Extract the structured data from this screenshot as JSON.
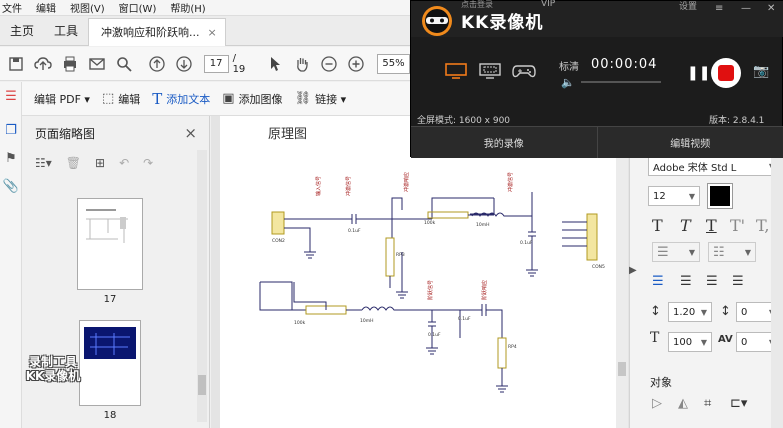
{
  "menu": [
    "文件",
    "编辑",
    "视图(V)",
    "窗口(W)",
    "帮助(H)"
  ],
  "topnav": {
    "home": "主页",
    "tools": "工具"
  },
  "doc_tab": {
    "title": "冲激响应和阶跃响...",
    "close": "×"
  },
  "toolbar": {
    "page_current": "17",
    "page_total": "/ 19",
    "zoom": "55%"
  },
  "edit_tools": {
    "edit_pdf": "编辑 PDF ▾",
    "edit": "编辑",
    "add_text": "添加文本",
    "add_image": "添加图像",
    "link": "链接 ▾"
  },
  "thumbnails": {
    "title": "页面缩略图",
    "close": "×",
    "pages": [
      {
        "label": "17"
      },
      {
        "label": "18"
      }
    ]
  },
  "document": {
    "heading": "原理图"
  },
  "watermark": [
    "录制工具",
    "KK录像机"
  ],
  "format_panel": {
    "font": "Adobe 宋体 Std L",
    "font_size": "12",
    "line_spacing": "1.20",
    "para_spacing": "0",
    "scale": "100",
    "char_spacing": "0",
    "object_title": "对象"
  },
  "kk": {
    "app_name": "KK录像机",
    "login": "点击登录",
    "vip": "VIP",
    "settings": "设置",
    "quality": "标清",
    "timer": "00:00:04",
    "fullscreen": "全屏模式: 1600 x 900",
    "version": "版本: 2.8.4.1",
    "my_recordings": "我的录像",
    "edit_video": "编辑视频",
    "accent": "#e01010",
    "mode_active": "#f07a1a"
  }
}
